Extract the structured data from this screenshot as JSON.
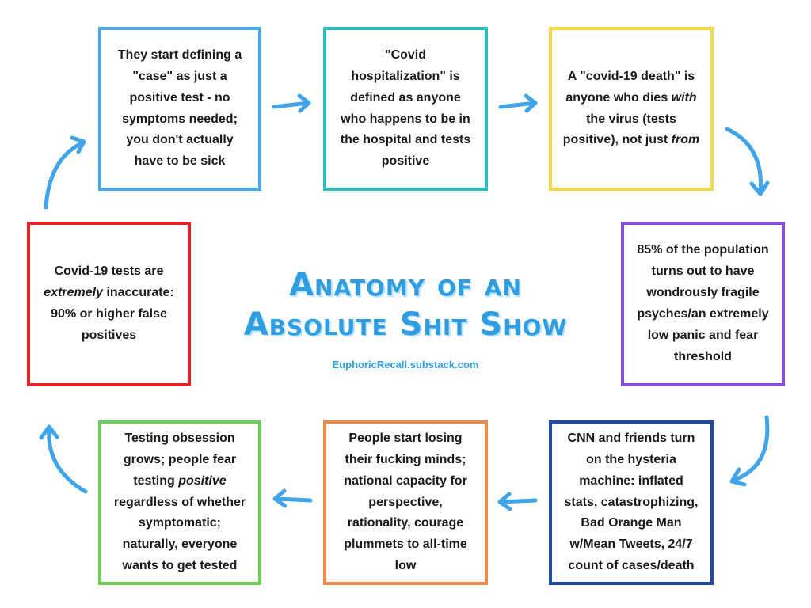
{
  "title": {
    "line1": "Anatomy of an",
    "line2": "Absolute Shit Show"
  },
  "subtitle": "EuphoricRecall.substack.com",
  "boxes": [
    {
      "id": "b1",
      "html": "They start defining a \"case\" as just a positive test - no symptoms needed; you don't actually have to be sick"
    },
    {
      "id": "b2",
      "html": "\"Covid hospitalization\" is defined as anyone who happens to be in the hospital and tests positive"
    },
    {
      "id": "b3",
      "html": "A \"covid-19 death\" is anyone who dies <em>with</em> the virus (tests positive), not just <em>from</em>"
    },
    {
      "id": "b4",
      "html": "85% of the population turns out to have wondrously fragile psyches/an extremely low panic and fear threshold"
    },
    {
      "id": "b5",
      "html": "CNN and friends turn on the hysteria machine: inflated stats, catastrophizing, Bad Orange Man w/Mean Tweets, 24/7 count of cases/death"
    },
    {
      "id": "b6",
      "html": "People start losing their fucking minds; national capacity for perspective, rationality, courage plummets to all-time low"
    },
    {
      "id": "b7",
      "html": "Testing obsession grows; people fear testing <em>positive</em> regardless of whether symptomatic; naturally, everyone wants to get tested"
    },
    {
      "id": "b8",
      "html": "Covid-19 tests are <em>extremely</em> inaccurate: 90% or higher false positives"
    }
  ],
  "colors": {
    "accent": "#2f9de4",
    "arrow": "#3fa4ea",
    "box_borders": [
      "#4aa8e8",
      "#2bbcc0",
      "#f7d94a",
      "#8a4fd8",
      "#1f4aa8",
      "#f48a4a",
      "#6bcf55",
      "#e0252a"
    ]
  }
}
